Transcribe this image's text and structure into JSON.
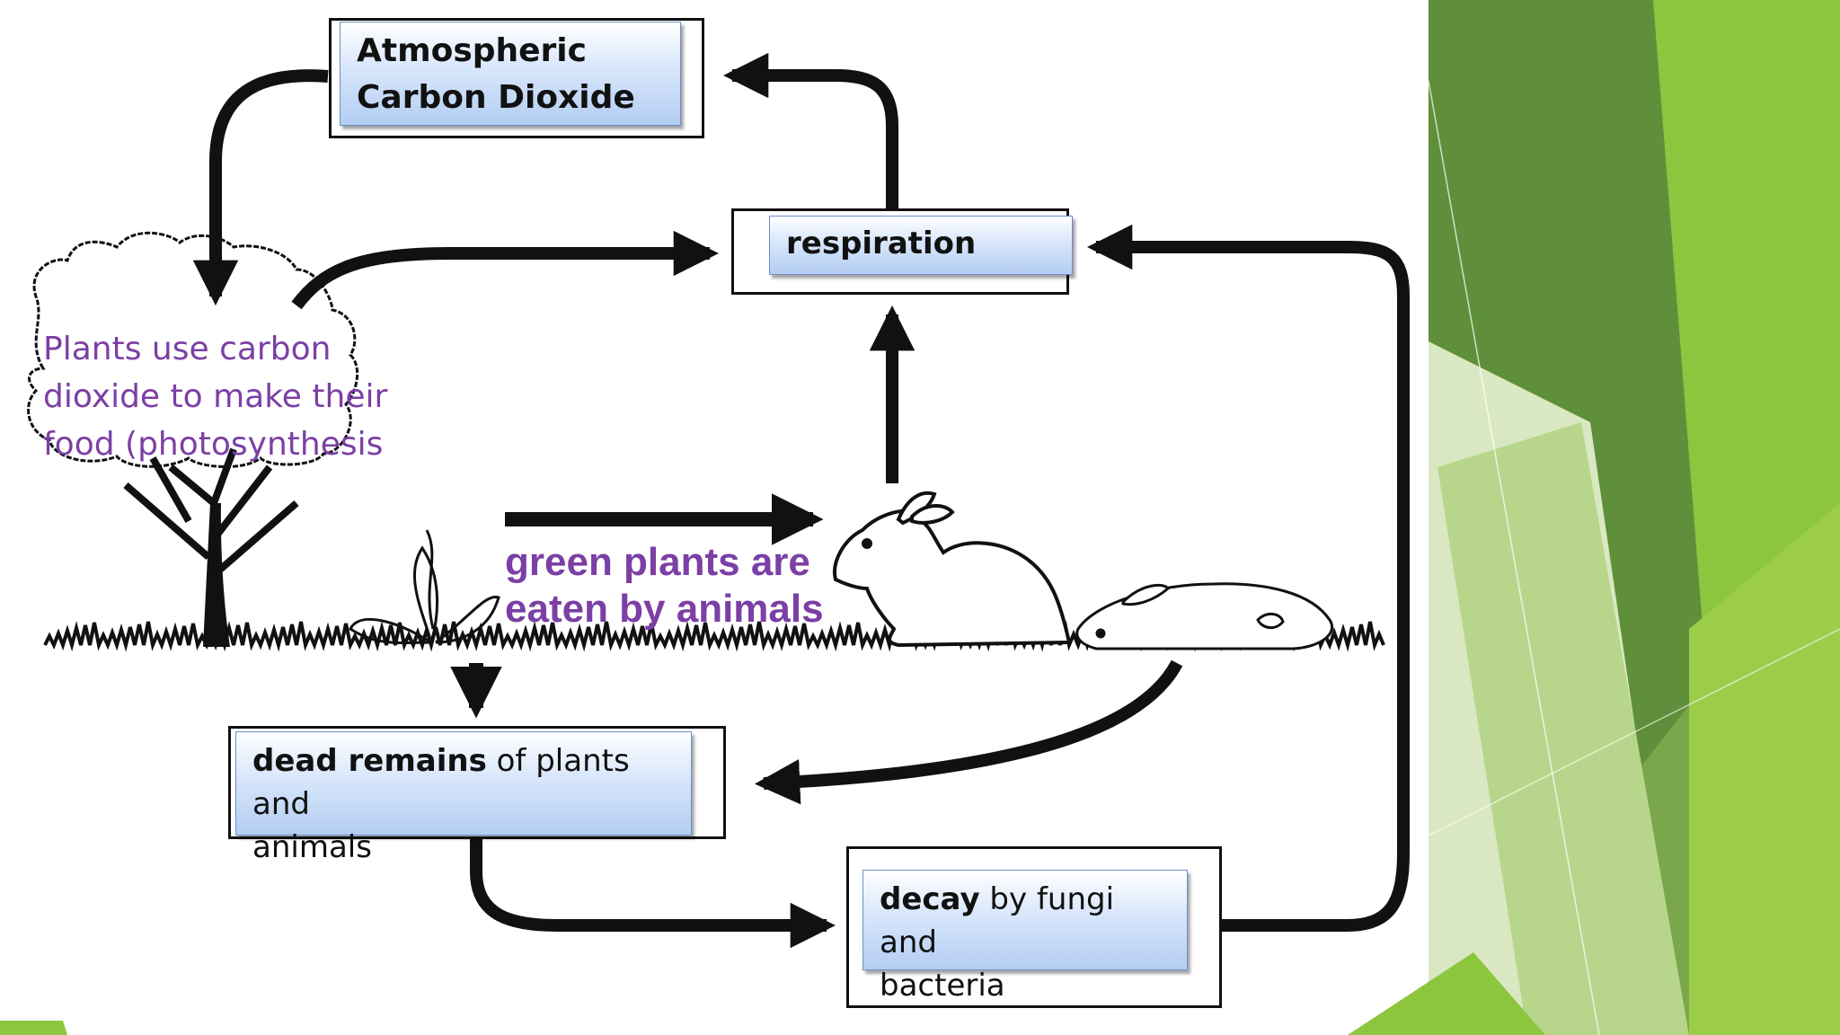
{
  "diagram": {
    "nodes": {
      "atmospheric": {
        "line1": "Atmospheric",
        "line2": "Carbon Dioxide"
      },
      "respiration": {
        "label": "respiration"
      },
      "dead_remains": {
        "bold": "dead remains",
        "rest_line1": " of plants and",
        "line2": "animals"
      },
      "decay": {
        "bold": "decay",
        "rest_line1": " by fungi and",
        "line2": "bacteria"
      }
    },
    "annotations": {
      "plants": [
        "Plants use carbon",
        "dioxide to make their",
        "food (photosynthesis"
      ],
      "eaten": [
        "green plants are",
        "eaten by animals"
      ]
    },
    "colors": {
      "annotation_text": "#7b3fa5",
      "box_fill": "#c6dbf7",
      "arrow": "#111111",
      "deco_green_dark": "#5f8f3a",
      "deco_green_light": "#8cc63f"
    },
    "illustrations": [
      "tree-icon",
      "rabbit-icon",
      "dead-rabbit-icon",
      "grass-icon",
      "plant-icon"
    ]
  }
}
